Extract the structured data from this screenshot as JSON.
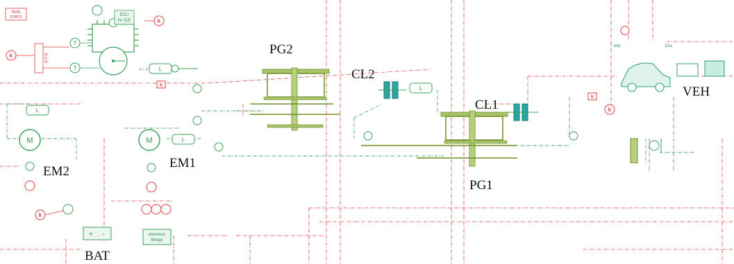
{
  "labels": {
    "run_stats_line1": "RUN",
    "run_stats_line2": "STATS",
    "ecu_line1": "ECU",
    "ecu_line2": "for ICE",
    "dup": "D U P",
    "pg2": "PG2",
    "pg1": "PG1",
    "cl2": "CL2",
    "cl1": "CL1",
    "em2": "EM2",
    "em1": "EM1",
    "bat": "BAT",
    "veh": "VEH",
    "k": "k",
    "t": "T",
    "l": "L",
    "m": "M",
    "electrical_line1": "electrical",
    "electrical_line2": "fittings",
    "plus": "+",
    "minus": "-",
    "info": "info",
    "env": "Env"
  },
  "colors": {
    "signal": "#e23b3b",
    "mechanical": "#3aa05a",
    "gear": "#6f8f22",
    "teal": "#23a07a"
  }
}
